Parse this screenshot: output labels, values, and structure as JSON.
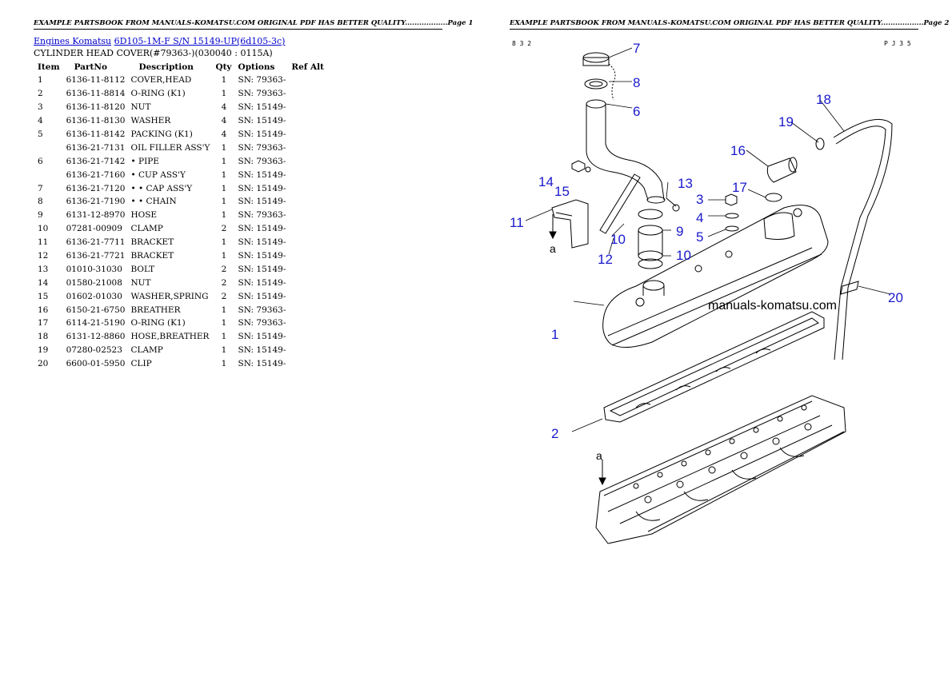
{
  "page1": {
    "header": "EXAMPLE PARTSBOOK FROM MANUALS-KOMATSU.COM ORIGINAL PDF HAS BETTER QUALITY..................Page 1",
    "breadcrumb_engines": "Engines Komatsu",
    "breadcrumb_model": "6D105-1M-F S/N 15149-UP(6d105-3c)",
    "subtitle": "CYLINDER HEAD COVER(#79363-)(030040 : 0115A)",
    "table": {
      "headers": [
        "Item",
        "PartNo",
        "Description",
        "Qty",
        "Options",
        "Ref Alt"
      ],
      "rows": [
        {
          "item": "1",
          "partno": "6136-11-8112",
          "desc": "COVER,HEAD",
          "qty": "1",
          "options": "SN: 79363-"
        },
        {
          "item": "2",
          "partno": "6136-11-8814",
          "desc": "O-RING (K1)",
          "qty": "1",
          "options": "SN: 79363-"
        },
        {
          "item": "3",
          "partno": "6136-11-8120",
          "desc": "NUT",
          "qty": "4",
          "options": "SN: 15149-"
        },
        {
          "item": "4",
          "partno": "6136-11-8130",
          "desc": "WASHER",
          "qty": "4",
          "options": "SN: 15149-"
        },
        {
          "item": "5",
          "partno": "6136-11-8142",
          "desc": "PACKING (K1)",
          "qty": "4",
          "options": "SN: 15149-"
        },
        {
          "item": "",
          "partno": "6136-21-7131",
          "desc": "OIL FILLER ASS'Y",
          "qty": "1",
          "options": "SN: 79363-"
        },
        {
          "item": "6",
          "partno": "6136-21-7142",
          "desc": "• PIPE",
          "qty": "1",
          "options": "SN: 79363-"
        },
        {
          "item": "",
          "partno": "6136-21-7160",
          "desc": "• CUP ASS'Y",
          "qty": "1",
          "options": "SN: 15149-"
        },
        {
          "item": "7",
          "partno": "6136-21-7120",
          "desc": "• • CAP ASS'Y",
          "qty": "1",
          "options": "SN: 15149-"
        },
        {
          "item": "8",
          "partno": "6136-21-7190",
          "desc": "• • CHAIN",
          "qty": "1",
          "options": "SN: 15149-"
        },
        {
          "item": "9",
          "partno": "6131-12-8970",
          "desc": "HOSE",
          "qty": "1",
          "options": "SN: 79363-"
        },
        {
          "item": "10",
          "partno": "07281-00909",
          "desc": "CLAMP",
          "qty": "2",
          "options": "SN: 15149-"
        },
        {
          "item": "11",
          "partno": "6136-21-7711",
          "desc": "BRACKET",
          "qty": "1",
          "options": "SN: 15149-"
        },
        {
          "item": "12",
          "partno": "6136-21-7721",
          "desc": "BRACKET",
          "qty": "1",
          "options": "SN: 15149-"
        },
        {
          "item": "13",
          "partno": "01010-31030",
          "desc": "BOLT",
          "qty": "2",
          "options": "SN: 15149-"
        },
        {
          "item": "14",
          "partno": "01580-21008",
          "desc": "NUT",
          "qty": "2",
          "options": "SN: 15149-"
        },
        {
          "item": "15",
          "partno": "01602-01030",
          "desc": "WASHER,SPRING",
          "qty": "2",
          "options": "SN: 15149-"
        },
        {
          "item": "16",
          "partno": "6150-21-6750",
          "desc": "BREATHER",
          "qty": "1",
          "options": "SN: 79363-"
        },
        {
          "item": "17",
          "partno": "6114-21-5190",
          "desc": "O-RING (K1)",
          "qty": "1",
          "options": "SN: 79363-"
        },
        {
          "item": "18",
          "partno": "6131-12-8860",
          "desc": "HOSE,BREATHER",
          "qty": "1",
          "options": "SN: 15149-"
        },
        {
          "item": "19",
          "partno": "07280-02523",
          "desc": "CLAMP",
          "qty": "1",
          "options": "SN: 15149-"
        },
        {
          "item": "20",
          "partno": "6600-01-5950",
          "desc": "CLIP",
          "qty": "1",
          "options": "SN: 15149-"
        }
      ]
    }
  },
  "page2": {
    "header": "EXAMPLE PARTSBOOK FROM MANUALS-KOMATSU.COM ORIGINAL PDF HAS BETTER QUALITY..................Page 2",
    "code_left": "8 3 2",
    "code_right": "P J 3 5",
    "watermark": "manuals-komatsu.com",
    "label_a": "a",
    "callouts": [
      "1",
      "2",
      "3",
      "4",
      "5",
      "6",
      "7",
      "8",
      "9",
      "10",
      "10",
      "11",
      "12",
      "13",
      "14",
      "15",
      "16",
      "17",
      "18",
      "19",
      "20"
    ]
  }
}
